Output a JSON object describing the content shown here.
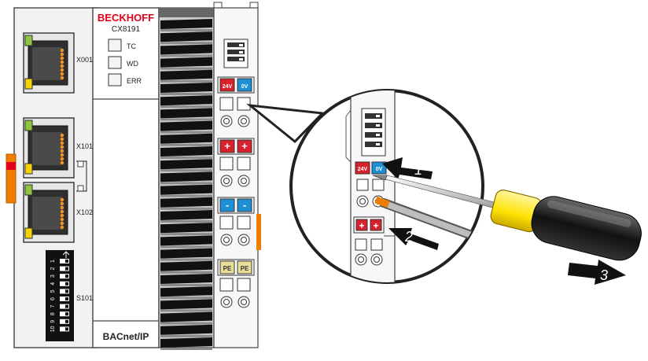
{
  "device": {
    "brand": "BECKHOFF",
    "model": "CX8191",
    "bottom_label": "BACnet/IP",
    "leds": [
      "TC",
      "WD",
      "ERR"
    ],
    "ports": [
      "X001",
      "X101",
      "X102"
    ],
    "dip_label": "S101",
    "dip_numbers": [
      "1",
      "2",
      "3",
      "4",
      "5",
      "6",
      "7",
      "8",
      "9",
      "10"
    ]
  },
  "terminal": {
    "supply_labels": [
      "24V",
      "0V"
    ],
    "plus_labels": [
      "+",
      "+"
    ],
    "minus_labels": [
      "-",
      "-"
    ],
    "pe_labels": [
      "PE",
      "PE"
    ]
  },
  "callouts": {
    "step_1": "1",
    "step_2": "2",
    "step_3": "3"
  },
  "colors": {
    "red": "#d8212c",
    "blue": "#1d8fd6",
    "pe_yellow": "#e9dd9a",
    "led_green": "#8dc63f",
    "led_yellow": "#f5d300",
    "port_dot": "#f7931e",
    "orange_tab": "#ef7d00",
    "brand_red": "#e2001a",
    "screwdriver_handle": "#ffe200"
  }
}
